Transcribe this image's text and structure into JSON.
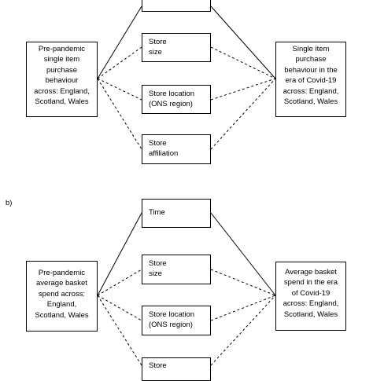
{
  "panel_a": {
    "left_box": [
      "Pre-pandemic",
      "single item",
      "purchase",
      "behaviour",
      "across: England,",
      "Scotland, Wales"
    ],
    "right_box": [
      "Single item",
      "purchase",
      "behaviour in the",
      "era of Covid-19",
      "across: England,",
      "Scotland, Wales"
    ],
    "factors": [
      {
        "lines": []
      },
      {
        "lines": [
          "Store",
          "size"
        ]
      },
      {
        "lines": [
          "Store location",
          "(ONS region)"
        ]
      },
      {
        "lines": [
          "Store",
          "affiliation"
        ]
      }
    ]
  },
  "panel_b": {
    "label": "b)",
    "left_box": [
      "Pre-pandemic",
      "average basket",
      "spend across:",
      "England,",
      "Scotland, Wales"
    ],
    "right_box": [
      "Average basket",
      "spend in the era",
      "of Covid-19",
      "across: England,",
      "Scotland, Wales"
    ],
    "factors": [
      {
        "lines": [
          "Time"
        ]
      },
      {
        "lines": [
          "Store",
          "size"
        ]
      },
      {
        "lines": [
          "Store location",
          "(ONS region)"
        ]
      },
      {
        "lines": [
          "Store"
        ]
      }
    ]
  },
  "colors": {
    "line": "#000000",
    "box_border": "#000000",
    "background": "#ffffff"
  }
}
